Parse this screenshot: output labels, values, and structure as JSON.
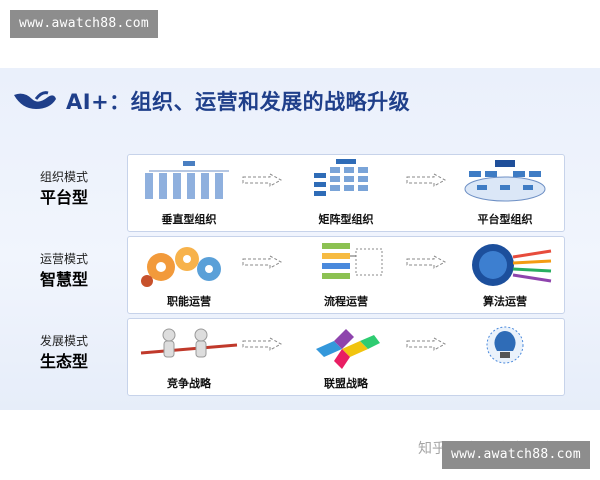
{
  "watermark_top": "www.awatch88.com",
  "watermark_bottom": "www.awatch88.com",
  "slide_title": "AI+：组织、运营和发展的战略升级",
  "rows": [
    {
      "mode": "组织模式",
      "type": "平台型",
      "items": [
        {
          "caption": "垂直型组织"
        },
        {
          "caption": "矩阵型组织"
        },
        {
          "caption": "平台型组织"
        }
      ]
    },
    {
      "mode": "运营模式",
      "type": "智慧型",
      "items": [
        {
          "caption": "职能运营"
        },
        {
          "caption": "流程运营"
        },
        {
          "caption": "算法运营"
        }
      ]
    },
    {
      "mode": "发展模式",
      "type": "生态型",
      "items": [
        {
          "caption": "竞争战略"
        },
        {
          "caption": "联盟战略"
        },
        {
          "caption": ""
        }
      ]
    }
  ],
  "footer_watermark": "知乎 @ 知识专家何伟",
  "colors": {
    "title": "#1f3f8a",
    "panel_border": "#c7d3ea",
    "slide_bg": "#eaf0fb"
  }
}
